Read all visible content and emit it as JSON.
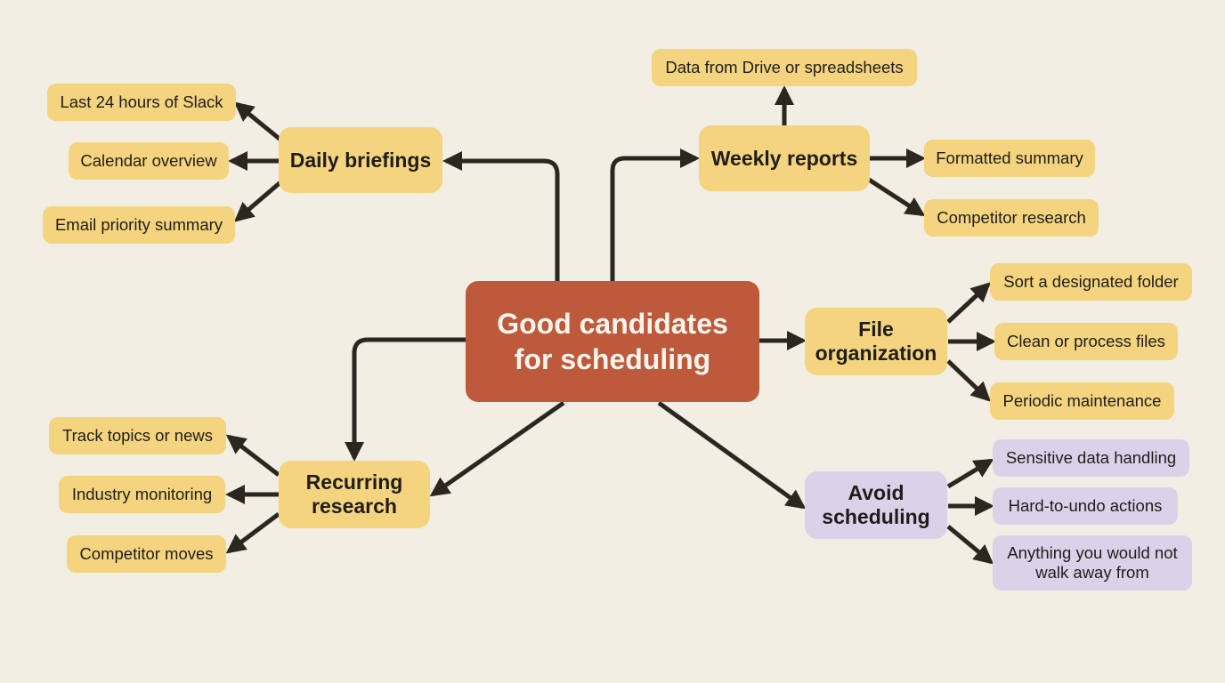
{
  "colors": {
    "background": "#f2eee3",
    "center_fill": "#bd5a3b",
    "center_text": "#fbf4ec",
    "node_fill": "#f5d47f",
    "avoid_fill": "#ddd1ea",
    "arrow": "#2a2620"
  },
  "center": {
    "label": "Good candidates\nfor scheduling"
  },
  "daily": {
    "label": "Daily briefings",
    "items": [
      "Last 24 hours of Slack",
      "Calendar overview",
      "Email priority summary"
    ]
  },
  "weekly": {
    "label": "Weekly reports",
    "items": [
      "Data from Drive or spreadsheets",
      "Formatted summary",
      "Competitor research"
    ]
  },
  "files": {
    "label": "File\norganization",
    "items": [
      "Sort a designated folder",
      "Clean or process files",
      "Periodic maintenance"
    ]
  },
  "research": {
    "label": "Recurring\nresearch",
    "items": [
      "Track topics or news",
      "Industry monitoring",
      "Competitor moves"
    ]
  },
  "avoid": {
    "label": "Avoid\nscheduling",
    "items": [
      "Sensitive data handling",
      "Hard-to-undo actions",
      "Anything you would not\nwalk away from"
    ]
  }
}
